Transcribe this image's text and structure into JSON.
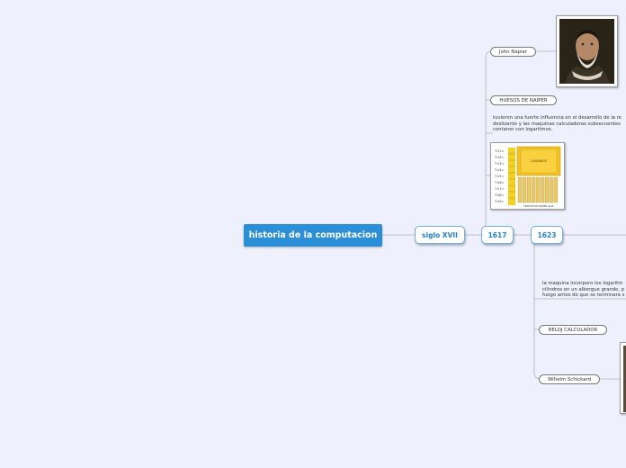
{
  "root": {
    "title": "historia de la computacion"
  },
  "nodes": {
    "century": "siglo XVII",
    "year_1617": "1617",
    "year_1623": "1623"
  },
  "branch_1617": {
    "john_napier": "John Napier",
    "huesos": "HUESOS DE NAIPER",
    "note_lines": [
      "tuvieron una fuerte influencia en el desarrollo de la re",
      "deslizante y las maquinas calculadoras subsecuentes",
      "contaron con logaritmos."
    ],
    "bones_table": {
      "title_label": "CUADRADO",
      "footer_label": "HUESOS DE NAIPER ALAS",
      "rows": [
        "T×1=",
        "T×2=",
        "T×3=",
        "T×4=",
        "T×5=",
        "T×6=",
        "T×7=",
        "T×8=",
        "T×9="
      ]
    }
  },
  "branch_1623": {
    "note_lines": [
      "la maquina incorporo los logaritm",
      "cilindros en un albergue grande, p",
      "fuego antes de que se terminara s"
    ],
    "reloj": "RELOJ CALCULADOR",
    "schickard": "Wihelm Schickard"
  },
  "colors": {
    "background": "#eef0fd",
    "root_fill": "#2b8fd8",
    "topic_text": "#2a7fc8",
    "topic_border": "#6fb0e6",
    "connector": "#b0b0b0"
  }
}
